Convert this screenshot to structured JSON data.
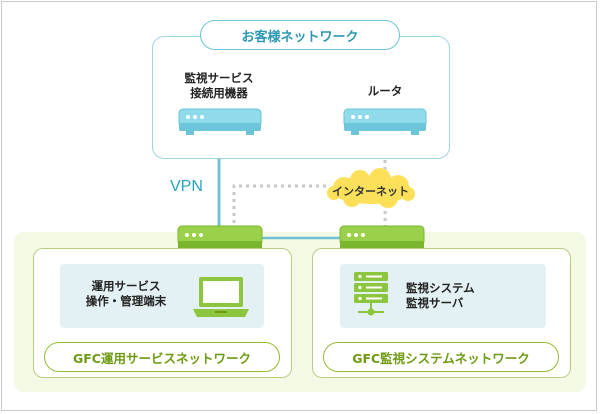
{
  "diagram": {
    "customer_network": {
      "title": "お客様ネットワーク",
      "monitoring_device_label": "監視サービス\n接続用機器",
      "router_label": "ルータ"
    },
    "vpn_label": "VPN",
    "internet_label": "インターネット",
    "gfc_operations_network": {
      "title": "GFC運用サービスネットワーク",
      "terminal_label": "運用サービス\n操作・管理端末"
    },
    "gfc_monitoring_network": {
      "title": "GFC監視システムネットワーク",
      "server_label": "監視システム\n監視サーバ"
    }
  },
  "colors": {
    "customer_accent": "#2e98b2",
    "customer_device": "#9ee3ef",
    "gfc_accent": "#6e9a12",
    "gfc_device": "#8cc63e",
    "internet_cloud": "#fce05a"
  },
  "icons": [
    "network-device-icon",
    "router-icon",
    "switch-icon",
    "laptop-icon",
    "server-icon",
    "cloud-icon"
  ]
}
